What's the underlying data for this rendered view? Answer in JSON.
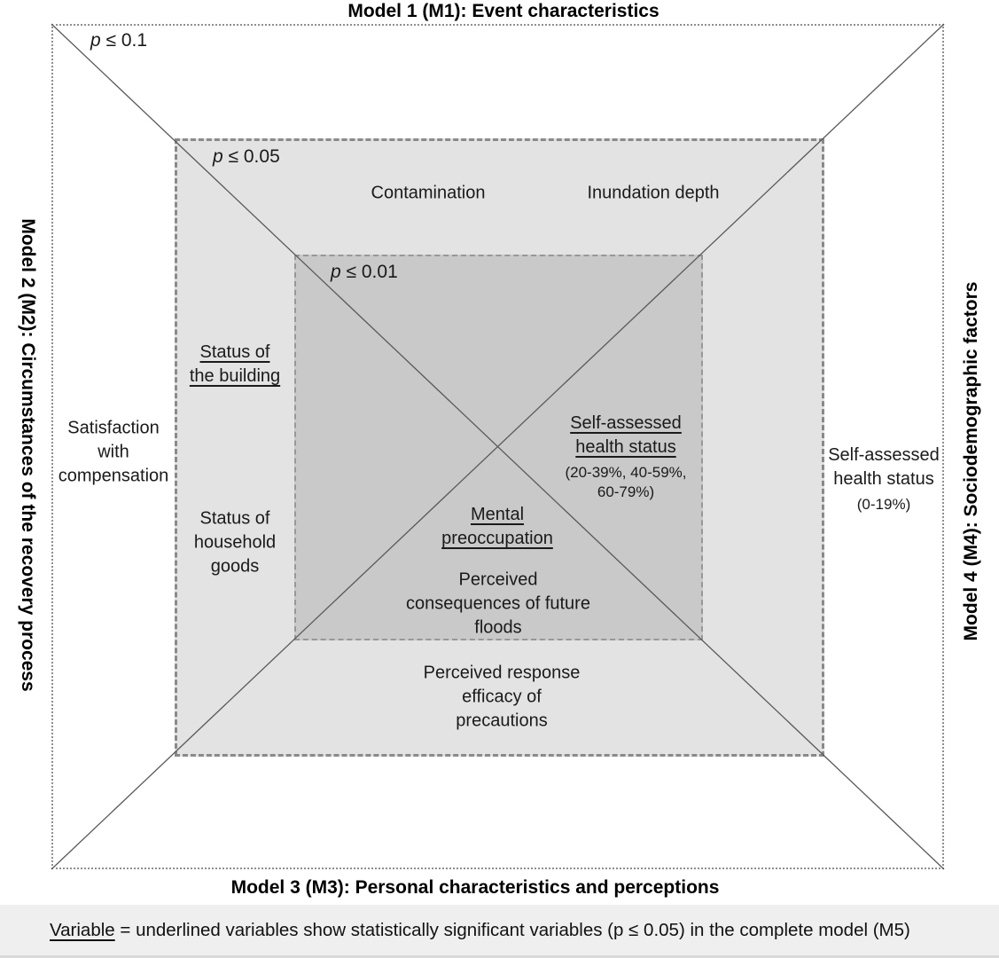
{
  "models": {
    "m1": "Model 1 (M1): Event characteristics",
    "m2": "Model 2 (M2): Circumstances of the recovery process",
    "m3": "Model 3 (M3): Personal characteristics and perceptions",
    "m4": "Model 4 (M4): Sociodemographic factors"
  },
  "p_labels": {
    "outer": {
      "sym": "p",
      "val": " ≤ 0.1"
    },
    "middle": {
      "sym": "p",
      "val": " ≤ 0.05"
    },
    "inner": {
      "sym": "p",
      "val": " ≤ 0.01"
    }
  },
  "variables": {
    "contamination": "Contamination",
    "inundation_depth": "Inundation depth",
    "satisfaction_compensation": "Satisfaction\nwith\ncompensation",
    "status_building": "Status of\nthe building",
    "status_household_goods": "Status of\nhousehold\ngoods",
    "health_status_inner_main": "Self-assessed\nhealth status",
    "health_status_inner_sub": "(20-39%, 40-59%,\n60-79%)",
    "mental_preoccupation": "Mental\npreoccupation",
    "future_floods": "Perceived\nconsequences of future\nfloods",
    "response_efficacy": "Perceived response\nefficacy of\nprecautions",
    "health_status_outer_main": "Self-assessed\nhealth status",
    "health_status_outer_sub": "(0-19%)"
  },
  "legend": {
    "term": "Variable",
    "rest": " = underlined variables show statistically significant variables (p ≤ 0.05) in the complete model (M5)"
  },
  "colors": {
    "region_p005_fill": "#e3e3e3",
    "region_p001_fill": "#c9c9c9",
    "legend_strip_fill": "#efefef",
    "diagonal_line": "#5a5a5a",
    "border_gray": "#8a8a8a"
  }
}
